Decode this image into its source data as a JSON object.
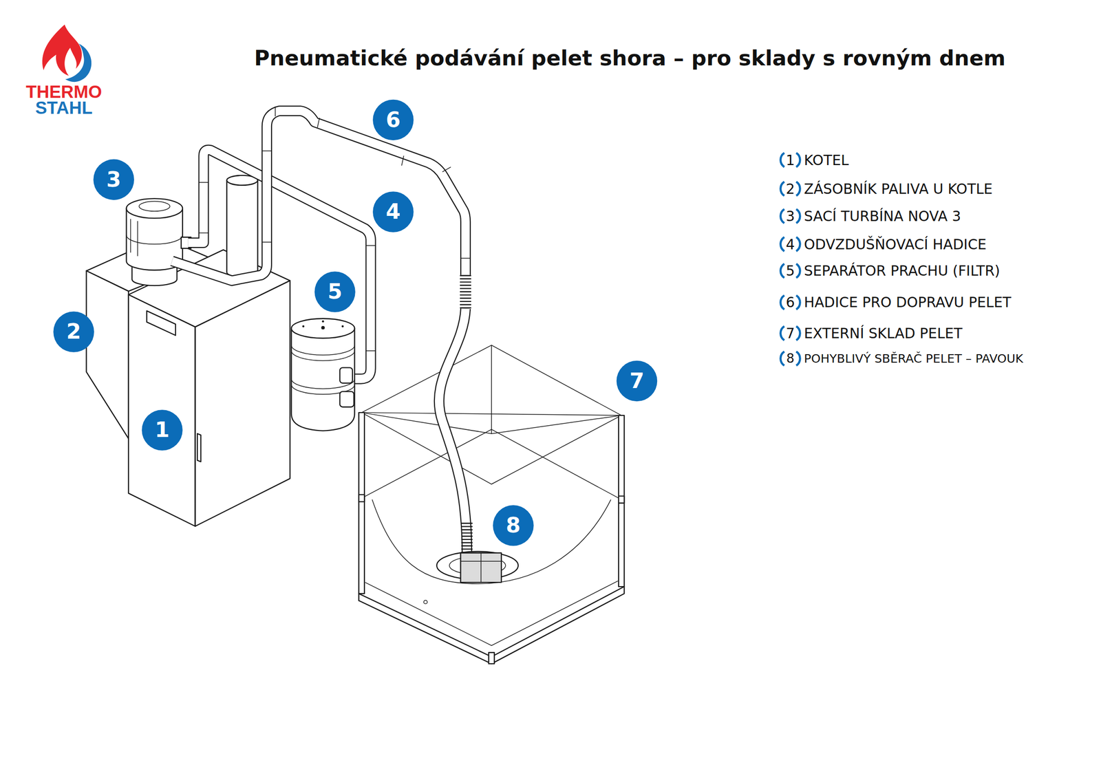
{
  "diagram": {
    "title": "Pneumatické podávání pelet shora – pro sklady s rovným dnem",
    "nodes": [
      {
        "text": [
          "6"
        ]
      },
      {
        "text": [
          "3"
        ]
      },
      {
        "text": [
          "4"
        ]
      },
      {
        "text": [
          "5"
        ]
      },
      {
        "text": [
          "2"
        ]
      },
      {
        "text": [
          "7"
        ]
      },
      {
        "text": [
          "1"
        ]
      },
      {
        "text": [
          "8"
        ]
      }
    ],
    "labels": [
      "THERMO",
      "STAHL",
      "1",
      "KOTEL",
      "2",
      "ZÁSOBNÍK PALIVA U KOTLE",
      "3",
      "SACÍ TURBÍNA NOVA 3",
      "4",
      "ODVZDUŠŇOVACÍ HADICE",
      "5",
      "SEPARÁTOR PRACHU (FILTR)",
      "6",
      "HADICE PRO DOPRAVU PELET",
      "7",
      "EXTERNÍ SKLAD PELET",
      "8",
      "POHYBLIVÝ SBĚRAČ PELET – PAVOUK"
    ]
  }
}
